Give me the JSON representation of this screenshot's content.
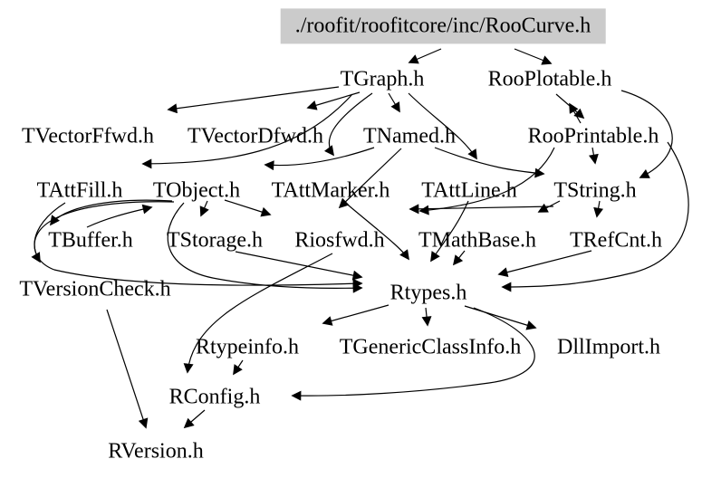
{
  "diagram": {
    "kind": "include-dependency-graph",
    "root_label": "./roofit/roofitcore/inc/RooCurve.h",
    "colors": {
      "background": "#ffffff",
      "node_text": "#000000",
      "root_node_background": "#cbcbcb",
      "edge": "#000000"
    },
    "nodes": [
      {
        "id": "RooCurve",
        "label": "./roofit/roofitcore/inc/RooCurve.h",
        "highlight": true
      },
      {
        "id": "TGraph",
        "label": "TGraph.h"
      },
      {
        "id": "RooPlotable",
        "label": "RooPlotable.h"
      },
      {
        "id": "TVectorFfwd",
        "label": "TVectorFfwd.h"
      },
      {
        "id": "TVectorDfwd",
        "label": "TVectorDfwd.h"
      },
      {
        "id": "TNamed",
        "label": "TNamed.h"
      },
      {
        "id": "RooPrintable",
        "label": "RooPrintable.h"
      },
      {
        "id": "TAttFill",
        "label": "TAttFill.h"
      },
      {
        "id": "TObject",
        "label": "TObject.h"
      },
      {
        "id": "TAttMarker",
        "label": "TAttMarker.h"
      },
      {
        "id": "TAttLine",
        "label": "TAttLine.h"
      },
      {
        "id": "TString",
        "label": "TString.h"
      },
      {
        "id": "TBuffer",
        "label": "TBuffer.h"
      },
      {
        "id": "TStorage",
        "label": "TStorage.h"
      },
      {
        "id": "Riosfwd",
        "label": "Riosfwd.h"
      },
      {
        "id": "TMathBase",
        "label": "TMathBase.h"
      },
      {
        "id": "TRefCnt",
        "label": "TRefCnt.h"
      },
      {
        "id": "TVersionCheck",
        "label": "TVersionCheck.h"
      },
      {
        "id": "Rtypes",
        "label": "Rtypes.h"
      },
      {
        "id": "Rtypeinfo",
        "label": "Rtypeinfo.h"
      },
      {
        "id": "TGenericClassInfo",
        "label": "TGenericClassInfo.h"
      },
      {
        "id": "DllImport",
        "label": "DllImport.h"
      },
      {
        "id": "RConfig",
        "label": "RConfig.h"
      },
      {
        "id": "RVersion",
        "label": "RVersion.h"
      }
    ],
    "edges": [
      {
        "from": "RooCurve",
        "to": "TGraph"
      },
      {
        "from": "RooCurve",
        "to": "RooPlotable"
      },
      {
        "from": "TGraph",
        "to": "TVectorFfwd"
      },
      {
        "from": "TGraph",
        "to": "TVectorDfwd"
      },
      {
        "from": "TGraph",
        "to": "TNamed"
      },
      {
        "from": "TGraph",
        "to": "TAttLine"
      },
      {
        "from": "TGraph",
        "to": "TAttMarker"
      },
      {
        "from": "TGraph",
        "to": "TAttFill"
      },
      {
        "from": "RooPlotable",
        "to": "RooPrintable"
      },
      {
        "from": "RooPlotable",
        "to": "TString"
      },
      {
        "from": "RooPrintable",
        "to": "RooPlotable"
      },
      {
        "from": "TNamed",
        "to": "TObject"
      },
      {
        "from": "TNamed",
        "to": "TString"
      },
      {
        "from": "TNamed",
        "to": "Riosfwd"
      },
      {
        "from": "RooPrintable",
        "to": "TString"
      },
      {
        "from": "RooPrintable",
        "to": "Rtypes"
      },
      {
        "from": "RooPrintable",
        "to": "Riosfwd"
      },
      {
        "from": "TString",
        "to": "TMathBase"
      },
      {
        "from": "TString",
        "to": "TRefCnt"
      },
      {
        "from": "TString",
        "to": "Riosfwd"
      },
      {
        "from": "TAttFill",
        "to": "Rtypes"
      },
      {
        "from": "TObject",
        "to": "TStorage"
      },
      {
        "from": "TObject",
        "to": "Riosfwd"
      },
      {
        "from": "TObject",
        "to": "TVersionCheck"
      },
      {
        "from": "TObject",
        "to": "Rtypes"
      },
      {
        "from": "TObject",
        "to": "TBuffer"
      },
      {
        "from": "TStorage",
        "to": "Rtypes"
      },
      {
        "from": "TBuffer",
        "to": "TObject"
      },
      {
        "from": "TMathBase",
        "to": "Rtypes"
      },
      {
        "from": "TRefCnt",
        "to": "Rtypes"
      },
      {
        "from": "TAttMarker",
        "to": "Rtypes"
      },
      {
        "from": "TAttLine",
        "to": "Rtypes"
      },
      {
        "from": "Rtypes",
        "to": "Rtypeinfo"
      },
      {
        "from": "Rtypes",
        "to": "TGenericClassInfo"
      },
      {
        "from": "Rtypes",
        "to": "DllImport"
      },
      {
        "from": "Rtypes",
        "to": "RConfig"
      },
      {
        "from": "Rtypeinfo",
        "to": "RConfig"
      },
      {
        "from": "Riosfwd",
        "to": "RConfig"
      },
      {
        "from": "TVersionCheck",
        "to": "RVersion"
      },
      {
        "from": "RConfig",
        "to": "RVersion"
      }
    ]
  }
}
